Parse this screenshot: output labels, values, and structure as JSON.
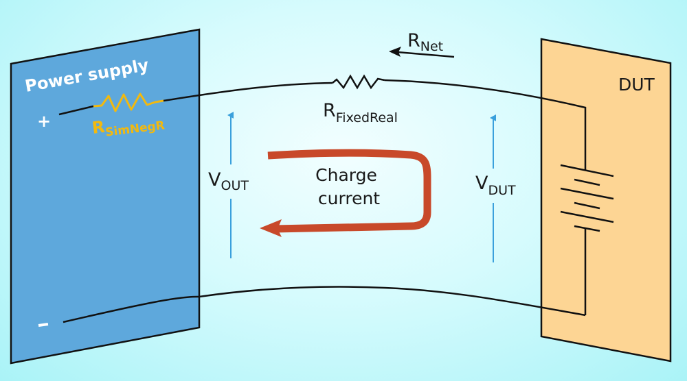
{
  "diagram": {
    "power_supply": {
      "title": "Power supply",
      "plus_sign": "+",
      "minus_sign": "–",
      "resistor": {
        "label_main": "R",
        "label_sub": "SimNegR"
      },
      "fill_color": "#5ea8dc",
      "resistor_color": "#f2b90f"
    },
    "dut": {
      "title": "DUT",
      "fill_color": "#fdd594",
      "component": "battery"
    },
    "wire_resistor": {
      "label_main": "R",
      "label_sub": "FixedReal"
    },
    "net_resistance": {
      "label_main": "R",
      "label_sub": "Net",
      "arrow_direction": "left"
    },
    "voltages": [
      {
        "label_main": "V",
        "label_sub": "OUT",
        "arrow_direction": "up"
      },
      {
        "label_main": "V",
        "label_sub": "DUT",
        "arrow_direction": "up"
      }
    ],
    "voltage_arrow_color": "#3aa0dc",
    "charge_current": {
      "line1": "Charge",
      "line2": "current",
      "color": "#c8492a"
    }
  }
}
